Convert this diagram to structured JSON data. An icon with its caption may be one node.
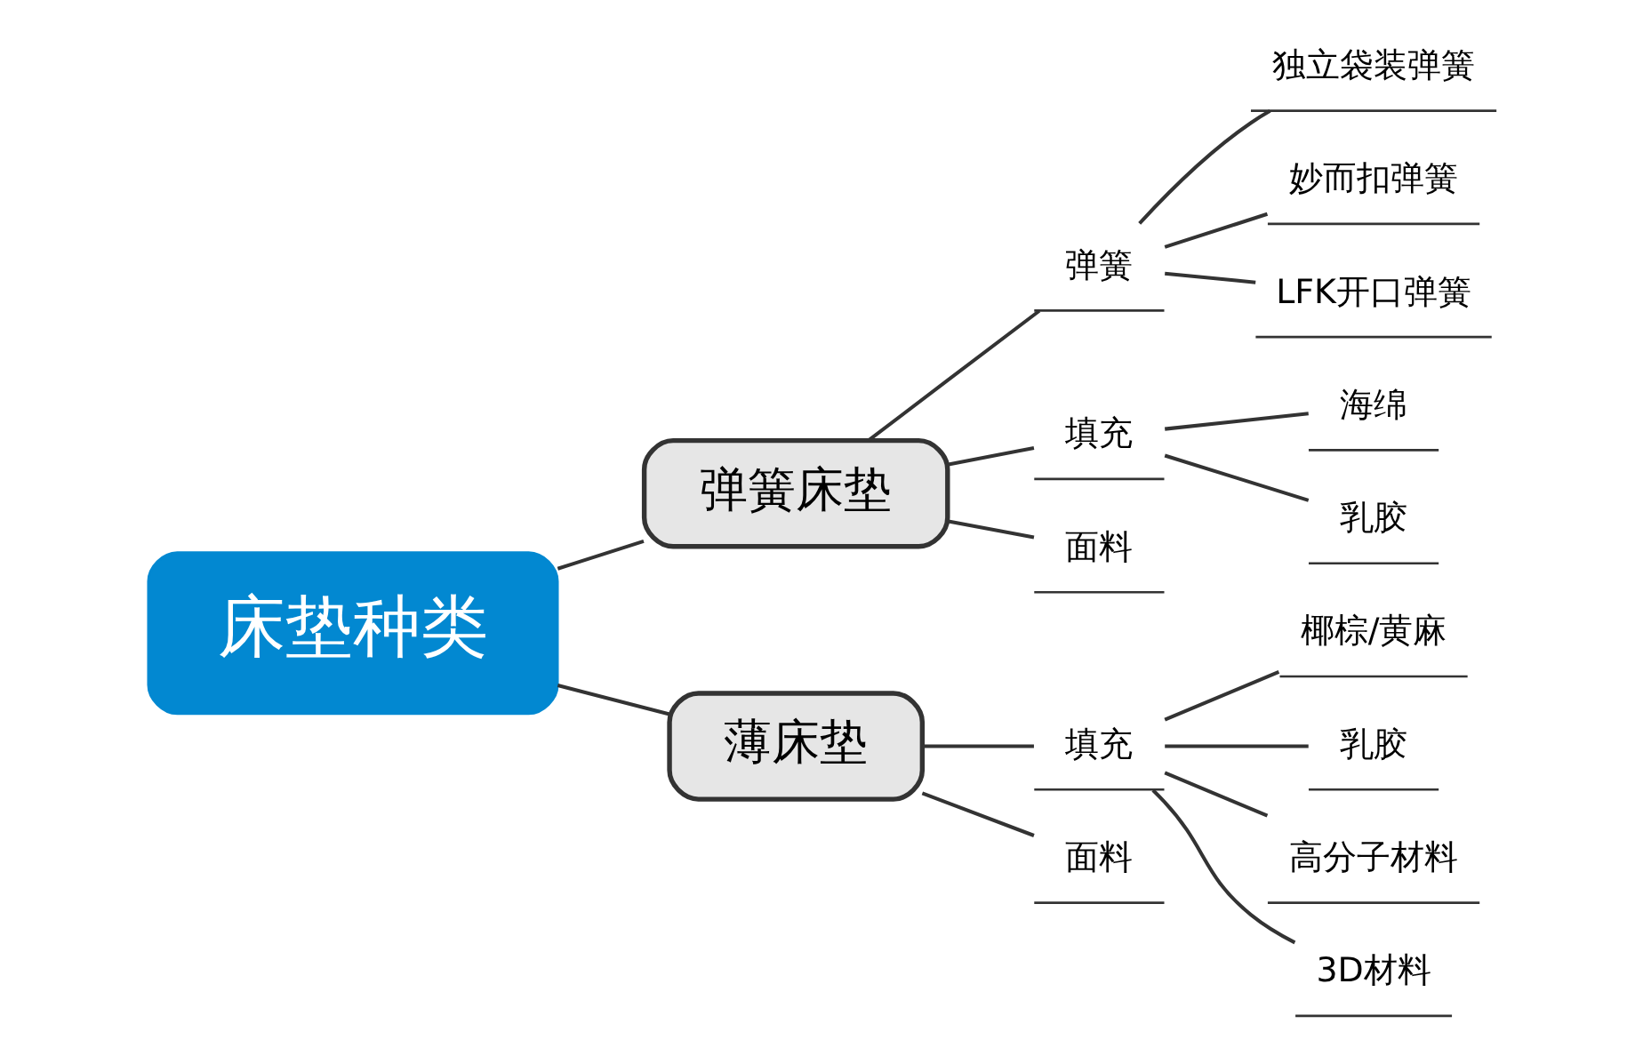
{
  "diagram": {
    "nodes": [
      {
        "text": [
          "床垫种类"
        ]
      },
      {
        "text": [
          "弹簧床垫"
        ]
      },
      {
        "text": [
          "弹簧"
        ]
      },
      {
        "text": [
          "独立袋装弹簧"
        ]
      },
      {
        "text": [
          "妙而扣弹簧"
        ]
      },
      {
        "text": [
          "LFK开口弹簧"
        ]
      },
      {
        "text": [
          "填充"
        ]
      },
      {
        "text": [
          "海绵"
        ]
      },
      {
        "text": [
          "乳胶"
        ]
      },
      {
        "text": [
          "面料"
        ]
      },
      {
        "text": [
          "薄床垫"
        ]
      },
      {
        "text": [
          "填充"
        ]
      },
      {
        "text": [
          "椰棕/黄麻"
        ]
      },
      {
        "text": [
          "乳胶"
        ]
      },
      {
        "text": [
          "高分子材料"
        ]
      },
      {
        "text": [
          "3D材料"
        ]
      },
      {
        "text": [
          "面料"
        ]
      }
    ],
    "edges": [
      {
        "from": 0,
        "to": 1,
        "arrow": "none"
      },
      {
        "from": 1,
        "to": 2,
        "arrow": "none"
      },
      {
        "from": 2,
        "to": 3,
        "arrow": "none"
      },
      {
        "from": 2,
        "to": 4,
        "arrow": "none"
      },
      {
        "from": 2,
        "to": 5,
        "arrow": "none"
      },
      {
        "from": 1,
        "to": 6,
        "arrow": "none"
      },
      {
        "from": 6,
        "to": 7,
        "arrow": "none"
      },
      {
        "from": 6,
        "to": 8,
        "arrow": "none"
      },
      {
        "from": 1,
        "to": 9,
        "arrow": "none"
      },
      {
        "from": 0,
        "to": 10,
        "arrow": "none"
      },
      {
        "from": 10,
        "to": 11,
        "arrow": "none"
      },
      {
        "from": 11,
        "to": 12,
        "arrow": "none"
      },
      {
        "from": 11,
        "to": 13,
        "arrow": "none"
      },
      {
        "from": 11,
        "to": 14,
        "arrow": "none"
      },
      {
        "from": 11,
        "to": 15,
        "arrow": "none"
      },
      {
        "from": 10,
        "to": 16,
        "arrow": "none"
      }
    ]
  }
}
